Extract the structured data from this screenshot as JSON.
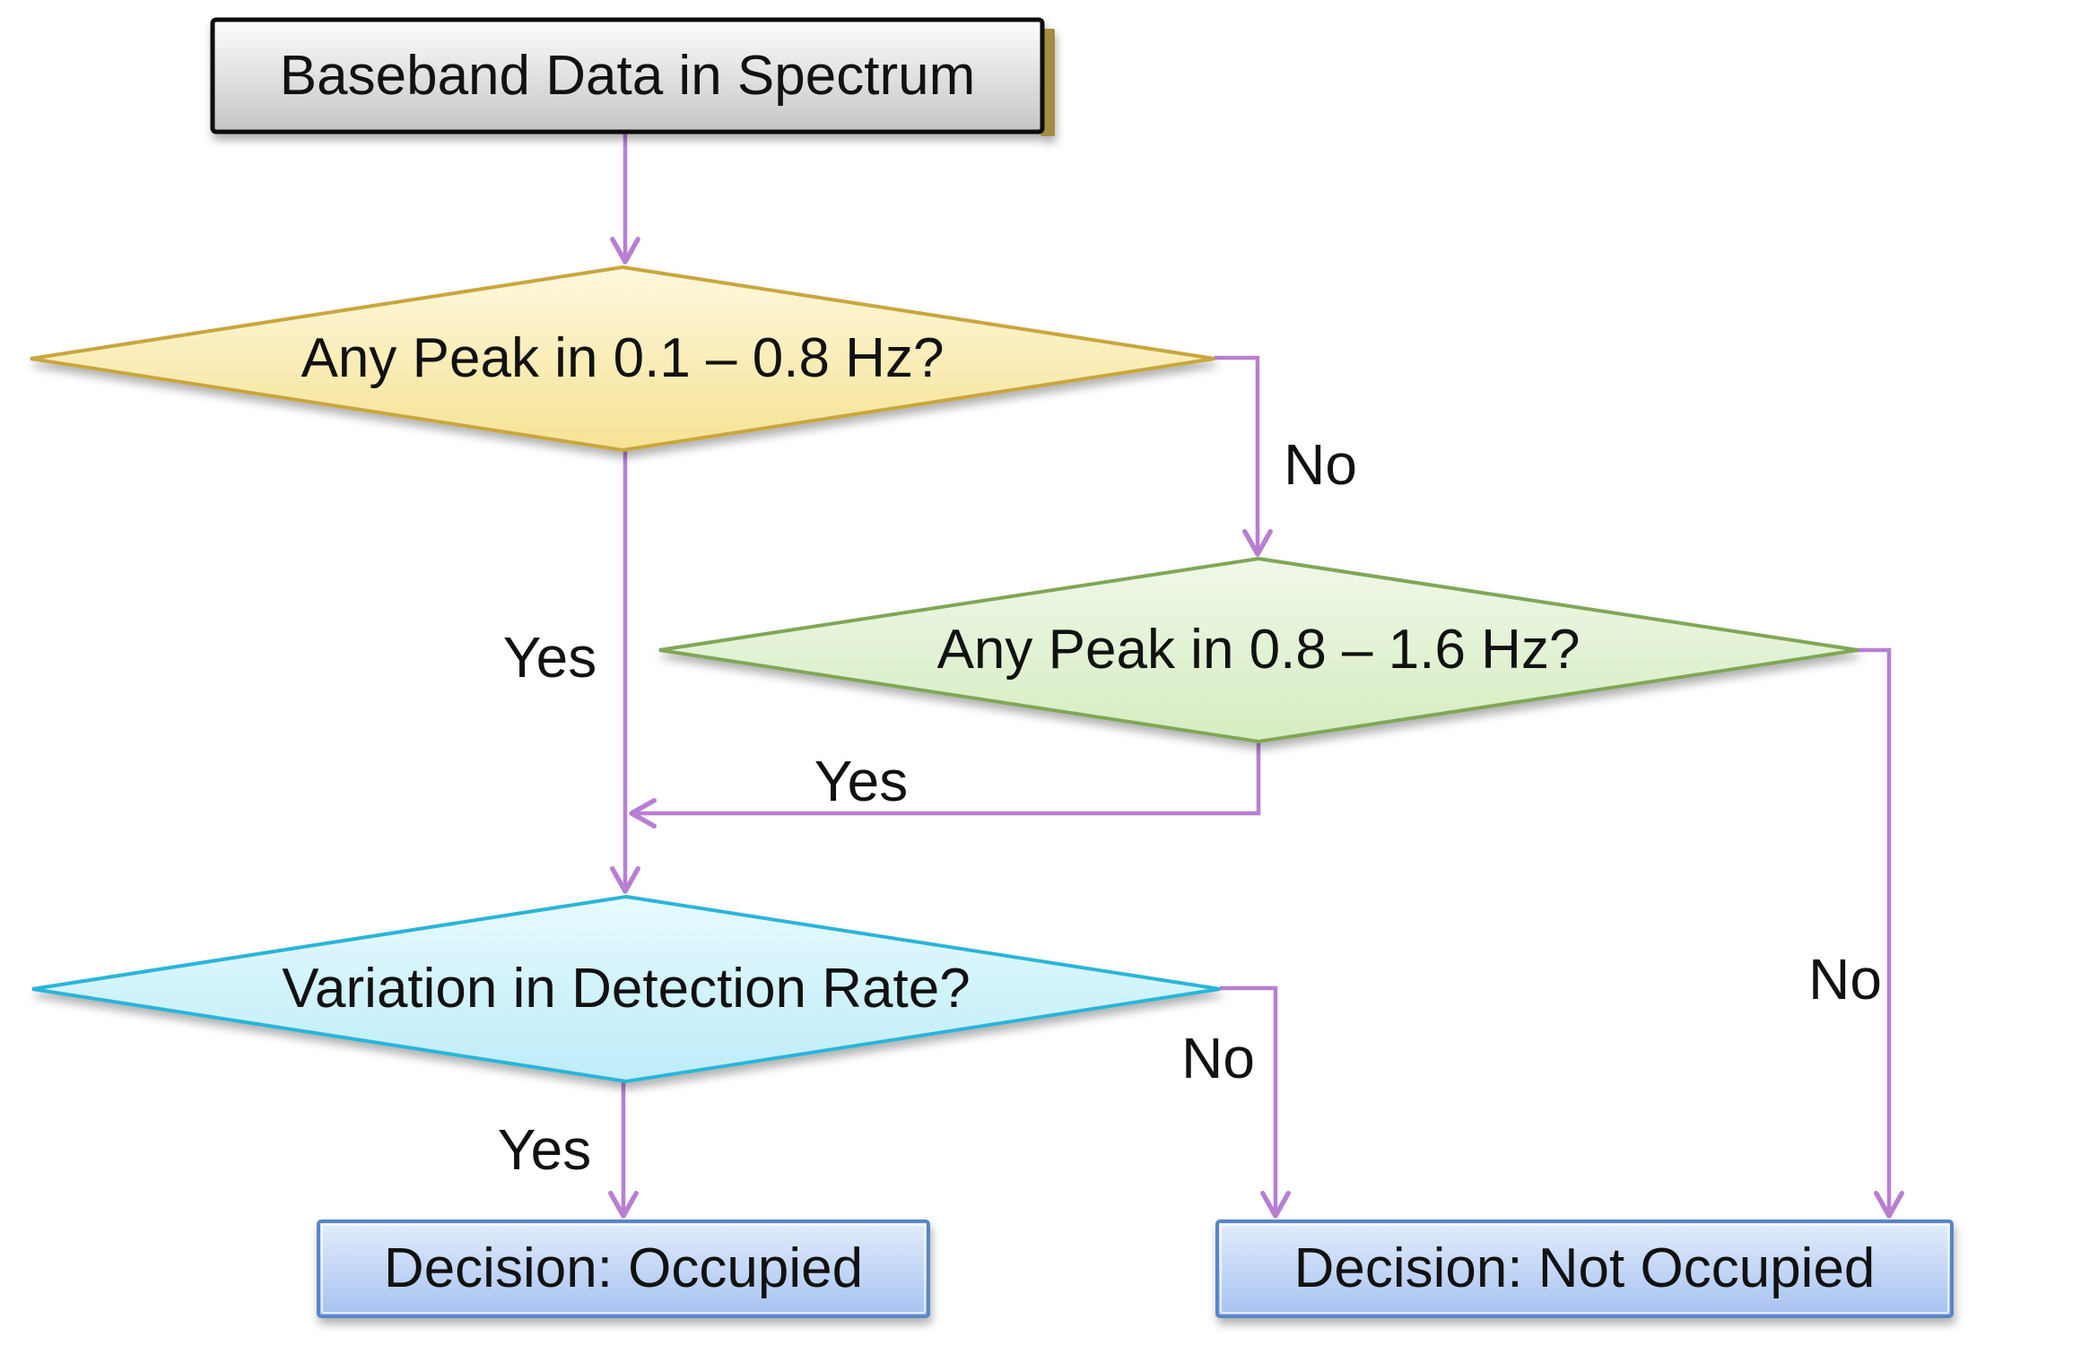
{
  "diagram": {
    "background": "#ffffff",
    "connector_color": "#b87fd2",
    "text_color": "#111111",
    "nodes": {
      "start": {
        "label": "Baseband Data in Spectrum",
        "type": "process-box",
        "fill_top": "#fdfdfd",
        "fill_bottom": "#c5c5c5",
        "border": "#111111",
        "side_shadow": "#a28d43"
      },
      "peak_lf": {
        "label": "Any Peak in 0.1 – 0.8 Hz?",
        "type": "decision-diamond",
        "fill_top": "#fdf8dd",
        "fill_bottom": "#f6e294",
        "border": "#c9a63e"
      },
      "peak_hf": {
        "label": "Any Peak in 0.8 – 1.6 Hz?",
        "type": "decision-diamond",
        "fill_top": "#f0f8e9",
        "fill_bottom": "#d5ecc0",
        "border": "#7fa757"
      },
      "variation": {
        "label": "Variation in Detection Rate?",
        "type": "decision-diamond",
        "fill_top": "#e7fafd",
        "fill_bottom": "#bdecf8",
        "border": "#2ab5d8"
      },
      "occupied": {
        "label": "Decision: Occupied",
        "type": "result-box",
        "fill_top": "#e3edfc",
        "fill_bottom": "#a6c1f0",
        "border": "#5a86c5"
      },
      "not_occupied": {
        "label": "Decision: Not Occupied",
        "type": "result-box",
        "fill_top": "#e3edfc",
        "fill_bottom": "#a6c1f0",
        "border": "#5a86c5"
      }
    },
    "edges": {
      "start_to_peak_lf": {
        "label": ""
      },
      "peak_lf_no_to_peak_hf": {
        "label": "No"
      },
      "peak_lf_yes_to_variation": {
        "label": "Yes"
      },
      "peak_hf_yes_to_variation": {
        "label": "Yes"
      },
      "peak_hf_no_to_not_occupied": {
        "label": "No"
      },
      "variation_yes_to_occupied": {
        "label": "Yes"
      },
      "variation_no_to_not_occupied": {
        "label": "No"
      }
    }
  }
}
